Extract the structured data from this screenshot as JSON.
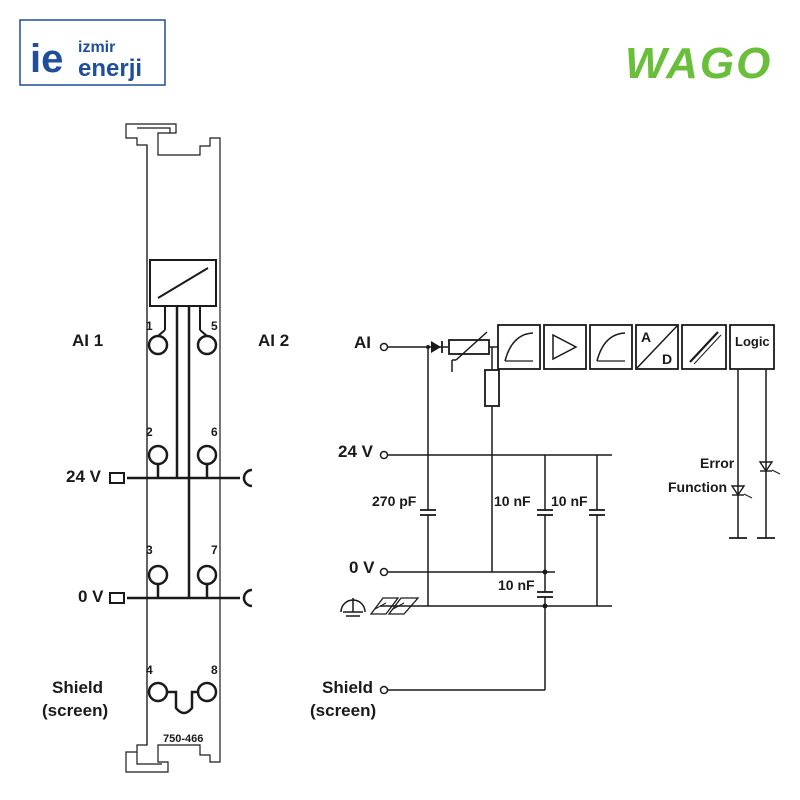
{
  "logos": {
    "izmir": {
      "line1": "izmir",
      "line2": "enerji",
      "mark": "ie",
      "color_green": "#2e9d4f",
      "color_blue": "#1f4e9b",
      "border_color": "#1f4e9b"
    },
    "wago": {
      "text": "WAGO",
      "color": "#6abf3a"
    }
  },
  "module": {
    "part_number": "750-466",
    "left_channel_label": "AI 1",
    "right_channel_label": "AI 2",
    "row_24v_label": "24 V",
    "row_0v_label": "0 V",
    "shield_line1": "Shield",
    "shield_line2": "(screen)",
    "terminal_numbers": [
      "1",
      "5",
      "2",
      "6",
      "3",
      "7",
      "4",
      "8"
    ]
  },
  "schematic": {
    "input_label": "AI",
    "supply_24v_label": "24 V",
    "supply_0v_label": "0 V",
    "shield_line1": "Shield",
    "shield_line2": "(screen)",
    "cap_270pf": "270 pF",
    "cap_10nf_a": "10 nF",
    "cap_10nf_b": "10 nF",
    "cap_10nf_c": "10 nF",
    "ad_a": "A",
    "ad_d": "D",
    "logic_label": "Logic",
    "error_label": "Error",
    "function_label": "Function"
  }
}
